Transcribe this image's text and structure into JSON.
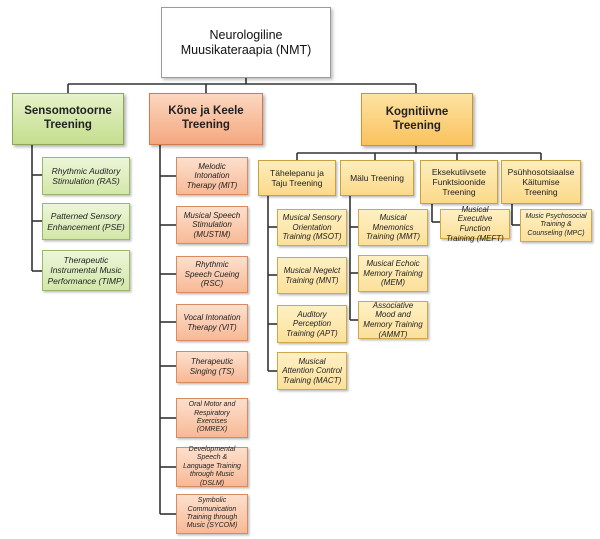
{
  "root": "Neurologiline Muusikateraapia (NMT)",
  "categories": {
    "sensomotoorne": "Sensomotoorne Treening",
    "kone_keele": "Kõne ja Keele Treening",
    "kognitiivne": "Kognitiivne Treening"
  },
  "sensomotoorne_items": [
    "Rhythmic Auditory Stimulation (RAS)",
    "Patterned Sensory Enhancement (PSE)",
    "Therapeutic Instrumental Music Performance (TIMP)"
  ],
  "kone_items": [
    "Melodic Intonation Therapy (MIT)",
    "Musical Speech Stimulation (MUSTIM)",
    "Rhythmic Speech Cueing (RSC)",
    "Vocal Intonation Therapy (VIT)",
    "Therapeutic Singing (TS)",
    "Oral Motor and Respiratory Exercises (OMREX)",
    "Developmental Speech & Language Training through Music (DSLM)",
    "Symbolic Communication Training through Music (SYCOM)"
  ],
  "kognitiivne_groups": {
    "taju": "Tähelepanu ja Taju Treening",
    "malu": "Mälu Treening",
    "eksekutiivsete": "Eksekutiivsete Funktsioonide Treening",
    "psyhhosotsiaalse": "Psühhosotsiaalse Käitumise Treening"
  },
  "taju_items": [
    "Musical Sensory Orientation Training (MSOT)",
    "Musical Negelct Training (MNT)",
    "Auditory Perception Training (APT)",
    "Musical Attention Control Training (MACT)"
  ],
  "malu_items": [
    "Musical Mnemonics Training (MMT)",
    "Musical Echoic Memory Training (MEM)",
    "Associative Mood and Memory Training (AMMT)"
  ],
  "eksekutiivsete_items": [
    "Musical Executive Function Training (MEFT)"
  ],
  "psyhhosotsiaalse_items": [
    "Music Psychosocial Training & Counseling (MPC)"
  ]
}
